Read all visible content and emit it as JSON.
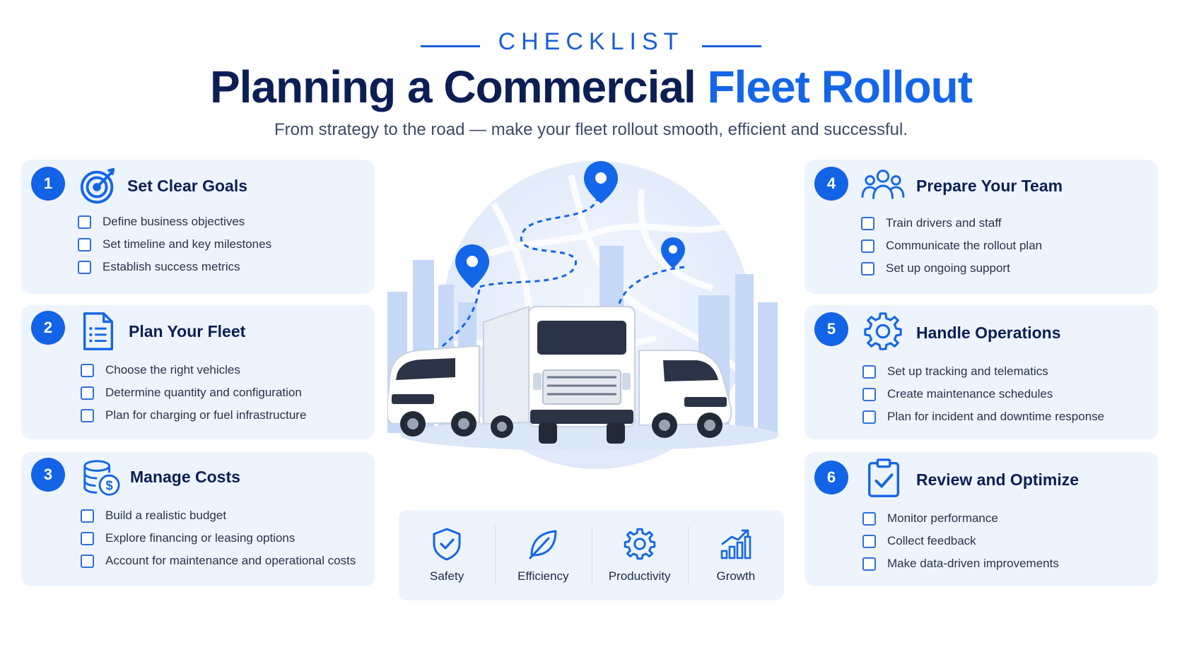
{
  "header": {
    "eyebrow": "CHECKLIST",
    "title_main": "Planning a Commercial ",
    "title_accent": "Fleet Rollout",
    "subtitle": "From strategy to the road — make your fleet rollout smooth, efficient and successful."
  },
  "steps": [
    {
      "number": "1",
      "title": "Set Clear Goals",
      "icon": "target-icon",
      "items": [
        "Define business objectives",
        "Set timeline and key milestones",
        "Establish success metrics"
      ]
    },
    {
      "number": "2",
      "title": "Plan Your Fleet",
      "icon": "document-list-icon",
      "items": [
        "Choose the right vehicles",
        "Determine quantity and configuration",
        "Plan for charging or fuel infrastructure"
      ]
    },
    {
      "number": "3",
      "title": "Manage Costs",
      "icon": "coins-dollar-icon",
      "items": [
        "Build a realistic budget",
        "Explore financing or leasing options",
        "Account for maintenance and operational costs"
      ]
    },
    {
      "number": "4",
      "title": "Prepare Your Team",
      "icon": "team-icon",
      "items": [
        "Train drivers and staff",
        "Communicate the rollout plan",
        "Set up ongoing support"
      ]
    },
    {
      "number": "5",
      "title": "Handle Operations",
      "icon": "gear-icon",
      "items": [
        "Set up tracking and telematics",
        "Create maintenance schedules",
        "Plan for incident and downtime response"
      ]
    },
    {
      "number": "6",
      "title": "Review and Optimize",
      "icon": "clipboard-check-icon",
      "items": [
        "Monitor performance",
        "Collect feedback",
        "Make data-driven improvements"
      ]
    }
  ],
  "values": [
    {
      "label": "Safety",
      "icon": "shield-check-icon"
    },
    {
      "label": "Efficiency",
      "icon": "leaf-icon"
    },
    {
      "label": "Productivity",
      "icon": "gear-icon"
    },
    {
      "label": "Growth",
      "icon": "growth-chart-icon"
    }
  ],
  "colors": {
    "primary": "#1363e6",
    "navy": "#0b1f55",
    "card_bg": "#eef4fd"
  }
}
